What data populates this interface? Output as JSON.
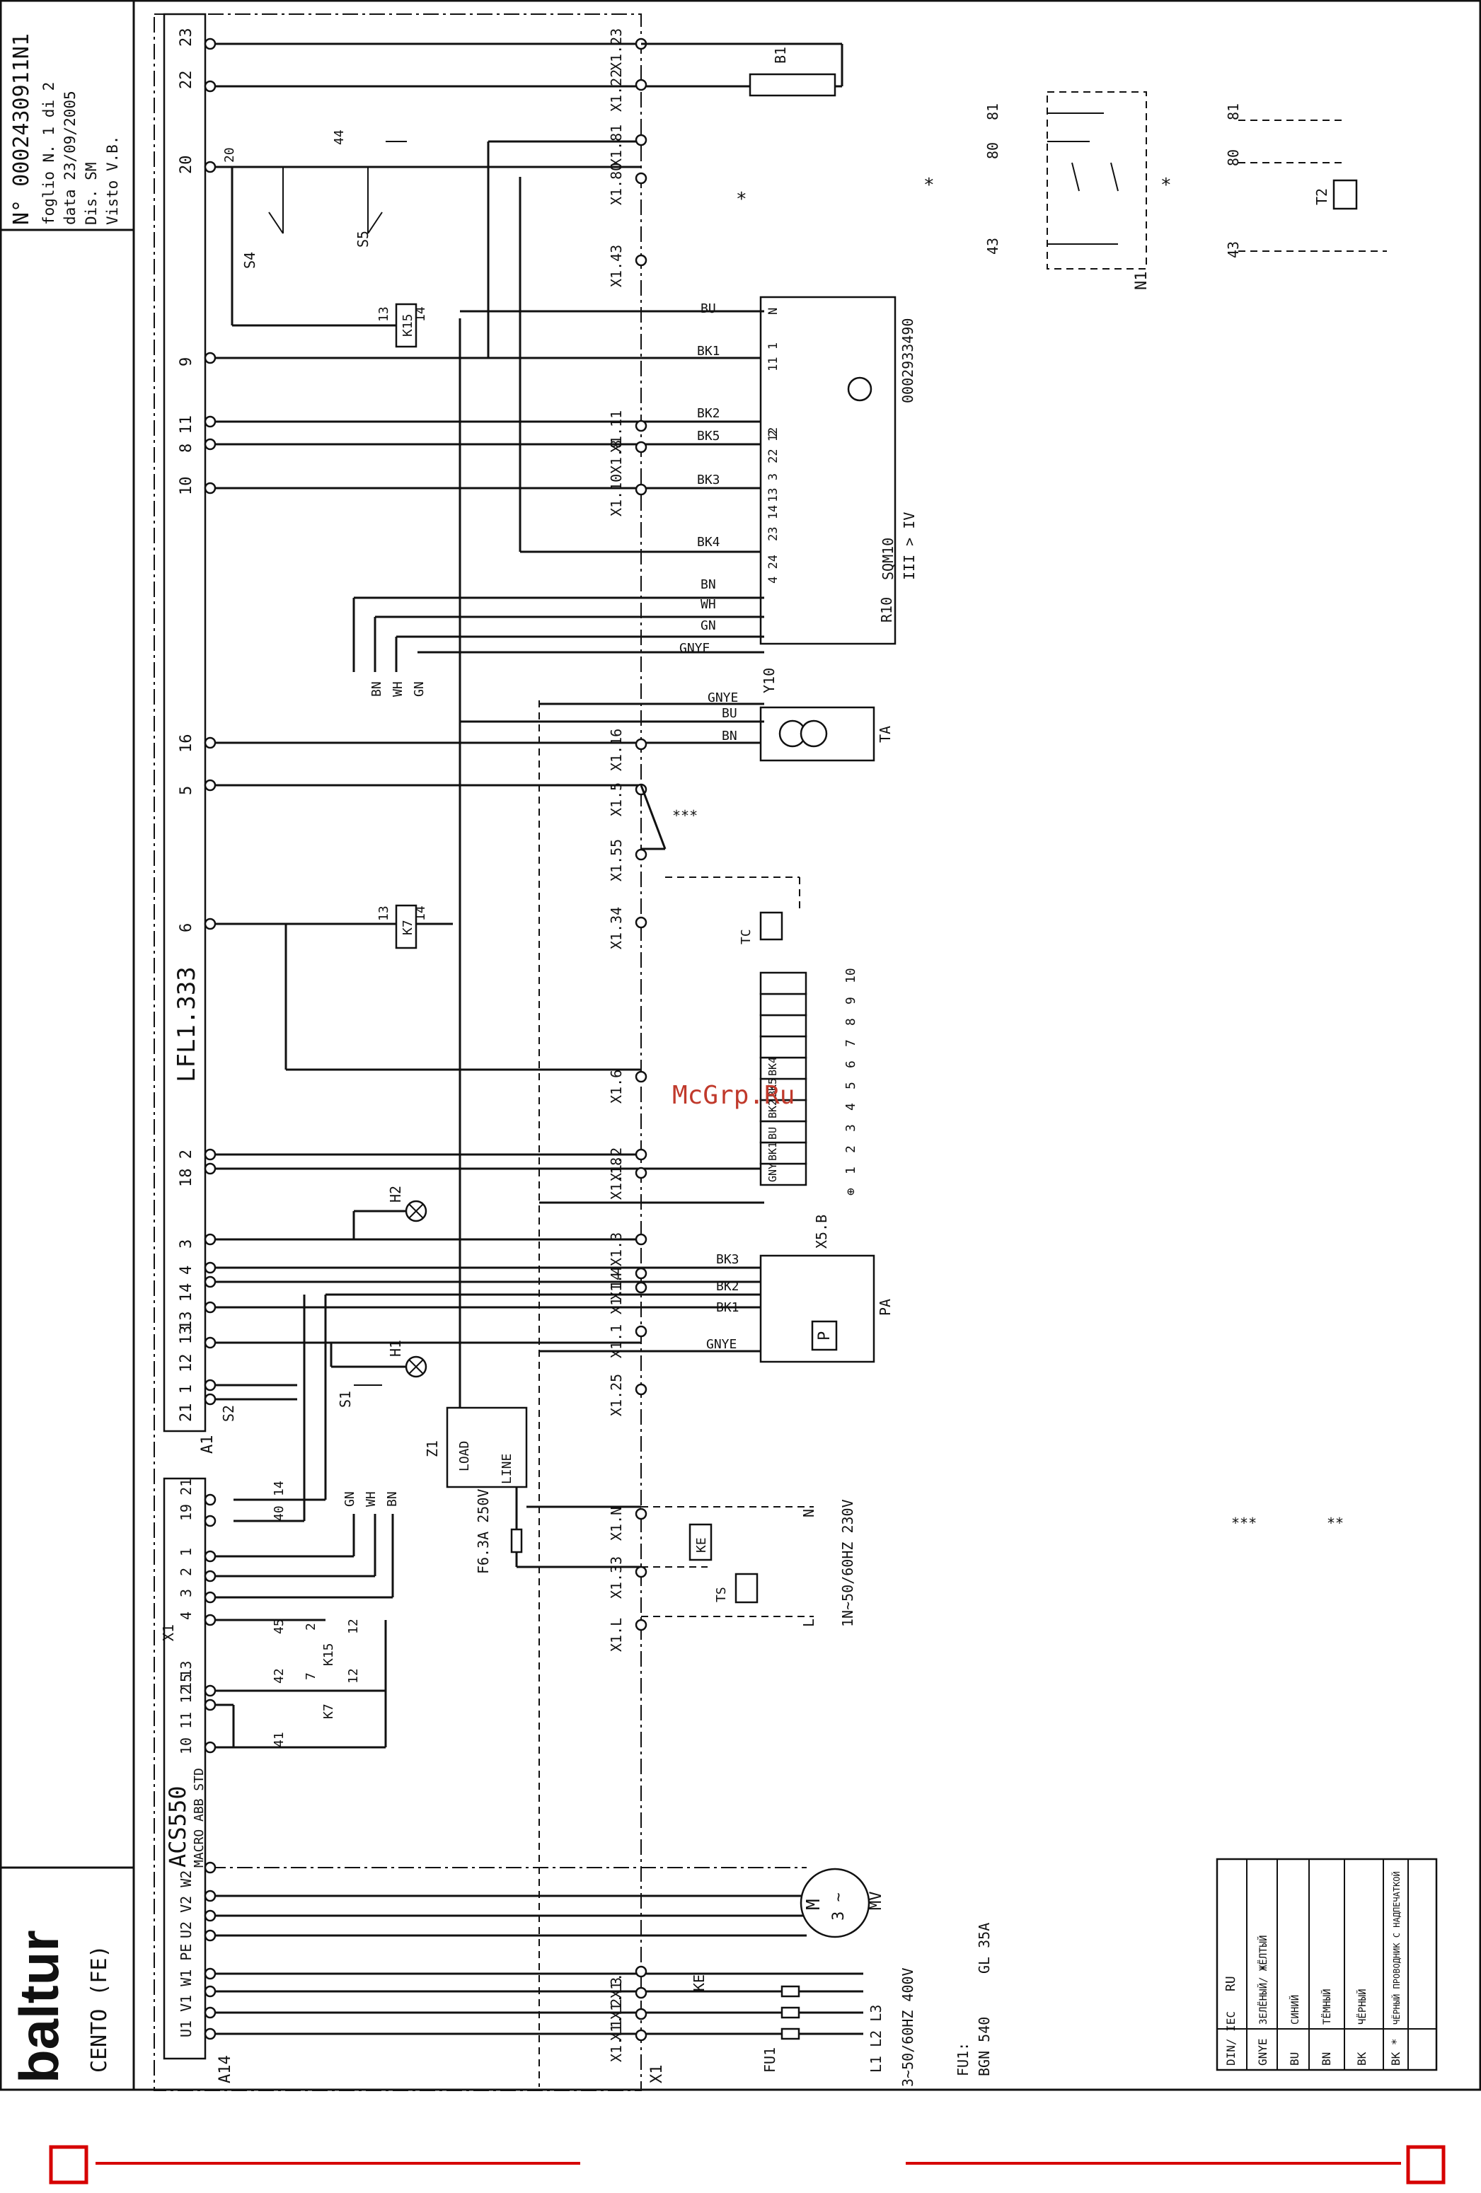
{
  "header": {
    "brand": "baltur",
    "model": "CENTO (FE)",
    "doc_number": "N° 0002430911N1",
    "sheet": "foglio N. 1 di 2",
    "date": "data 23/09/2005",
    "drawn": "Dis. SM",
    "checked": "Visto V.B."
  },
  "watermark": "McGrp.Ru",
  "components": {
    "a14": "A14",
    "x1": "X1",
    "a1": "A1",
    "lfl": "LFL1.333",
    "acs_title": "ACS550",
    "acs_sub": "MACRO ABB STD",
    "acs_x1": "X1",
    "sqm": "SQM10",
    "sqm_code": "0002933490",
    "sqm_note": "III > IV",
    "n1": "N1",
    "t2": "T2",
    "b1": "B1",
    "ta": "TA",
    "tc": "TC",
    "ts": "TS",
    "ke_box": "KE",
    "ke": "KE",
    "pa": "PA",
    "p": "P",
    "z1": "Z1",
    "z1_load": "LOAD",
    "z1_line": "LINE",
    "fuse": "F6.3A 250V",
    "mv": "MV",
    "motor_m": "M",
    "motor_3": "3 ~",
    "fu1": "FU1",
    "r10": "R10",
    "y10": "Y10",
    "x5b": "X5.B",
    "k15": "K15",
    "k7": "K7",
    "k15_pin_a": "13",
    "k15_pin_b": "14",
    "k7_pin_a": "13",
    "k7_pin_b": "14",
    "h1": "H1",
    "h2": "H2",
    "s1": "S1",
    "s2": "S2",
    "s4": "S4",
    "s5": "S5"
  },
  "supply": {
    "three_phase": "3~50/60HZ 400V",
    "single_phase": "1N~50/60HZ 230V",
    "l1": "L1",
    "l2": "L2",
    "l3": "L3",
    "n": "N",
    "l": "L"
  },
  "fuse_note": {
    "title": "FU1:",
    "line1": "BGN 540",
    "line2": "GL 35A"
  },
  "stars": {
    "s1": "*",
    "s2": "*",
    "s3": "*",
    "s3b": "*",
    "s4": "**",
    "s5": "***",
    "s6": "***"
  },
  "lfl_pins": [
    "23",
    "22",
    "20",
    "9",
    "8 11",
    "10",
    "16",
    "5",
    "6",
    "18 2",
    "3",
    "4",
    "13 14",
    "12 13",
    "21 1"
  ],
  "acs_pins": [
    "U1 V1 W1 PE",
    "U2 V2 W2",
    "10 11 12 13",
    "15",
    "4",
    "3",
    "2",
    "1",
    "19 21"
  ],
  "terminals": [
    "X1.23",
    "X1.22",
    "X1.81",
    "X1.80",
    "X1.43",
    "X1.11",
    "X1.8",
    "X1.10",
    "X1.16",
    "X1.5",
    "X1.55",
    "X1.34",
    "X1.6",
    "X1.2",
    "X1.18",
    "X1.3",
    "X1.4",
    "X1.14",
    "X1.1",
    "X1.25",
    "X1.N",
    "X1.33",
    "X1.L",
    "X1.L3",
    "X1.L2",
    "X1.L1",
    "X1."
  ],
  "wire_colors": [
    "BU",
    "BK1",
    "BK2",
    "BK5",
    "BK3",
    "BK4",
    "BN",
    "WH",
    "GN",
    "GNYE",
    "BU",
    "BN"
  ],
  "ta_wires": [
    "GNYE",
    "BU",
    "BN"
  ],
  "side_colors": [
    "BN",
    "WH",
    "GN"
  ],
  "acs_colors": [
    "GN",
    "WH",
    "BN"
  ],
  "pa_wires": [
    "BK3",
    "BK2",
    "BK1",
    "GNYE"
  ],
  "x5b_cells": [
    "GNYE",
    "BK1",
    "BU",
    "BK2",
    "BK5",
    "BK4",
    "",
    "",
    "",
    ""
  ],
  "x5b_nums": [
    "⊕",
    "1",
    "2",
    "3",
    "4",
    "5",
    "6",
    "7",
    "8",
    "9",
    "10"
  ],
  "sqm_pins": [
    "N",
    "11 1",
    "2",
    "22 12",
    "13 3",
    "23 14",
    "4 24"
  ],
  "n1_pins": [
    "81",
    "80",
    "43"
  ],
  "t2_pins": [
    "81",
    "80",
    "43"
  ],
  "relay_nums": {
    "n20": "20",
    "n44": "44",
    "n45": "45",
    "n42": "42",
    "n41": "41",
    "n40": "40",
    "n14": "14",
    "n12a": "12",
    "n12b": "12",
    "n2": "2",
    "n7": "7"
  },
  "legend": {
    "header_code": "DIN/ IEC",
    "header_lang": "RU",
    "rows": [
      {
        "code": "GNYE",
        "desc": "ЗЕЛЁНЫЙ/ ЖЁЛТЫЙ"
      },
      {
        "code": "BU",
        "desc": "СИНИЙ"
      },
      {
        "code": "BN",
        "desc": "ТЁМНЫЙ"
      },
      {
        "code": "BK",
        "desc": "ЧЁРНЫЙ"
      },
      {
        "code": "BK *",
        "desc": "ЧЁРНЫЙ ПРОВОДНИК С НАДПЕЧАТКОЙ"
      }
    ]
  }
}
